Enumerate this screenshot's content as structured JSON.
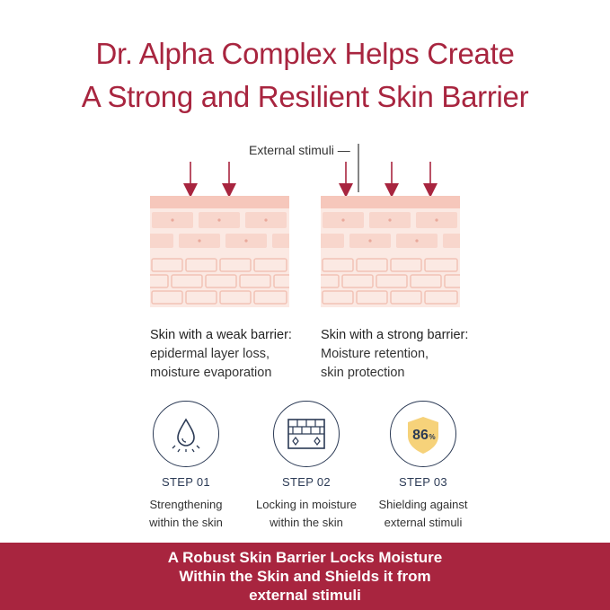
{
  "title": {
    "line1": "Dr. Alpha Complex Helps Create",
    "line2": "A Strong and Resilient Skin Barrier"
  },
  "diagram": {
    "stimuli_label": "External stimuli —",
    "weak": {
      "title": "Skin with a weak barrier:",
      "line1": "epidermal layer loss,",
      "line2": "moisture evaporation"
    },
    "strong": {
      "title": "Skin with a strong barrier:",
      "line1": "Moisture retention,",
      "line2": "skin protection"
    }
  },
  "steps": [
    {
      "label": "STEP 01",
      "line1": "Strengthening",
      "line2": "within the skin",
      "icon": "water-drop-icon"
    },
    {
      "label": "STEP 02",
      "line1": "Locking in moisture",
      "line2": "within the skin",
      "icon": "brick-wall-icon"
    },
    {
      "label": "STEP 03",
      "line1": "Shielding against",
      "line2": "external stimuli",
      "icon": "shield-icon",
      "badge_value": "86",
      "badge_unit": "%"
    }
  ],
  "banner": {
    "line1": "A Robust Skin Barrier Locks Moisture",
    "line2": "Within the Skin and Shields it from",
    "line3": "external stimuli"
  },
  "colors": {
    "brand": "#a8253f",
    "navy": "#2b3a55",
    "skin_light": "#fbe3dc",
    "skin_top": "#f6c7bb",
    "shield": "#f6d27a"
  }
}
